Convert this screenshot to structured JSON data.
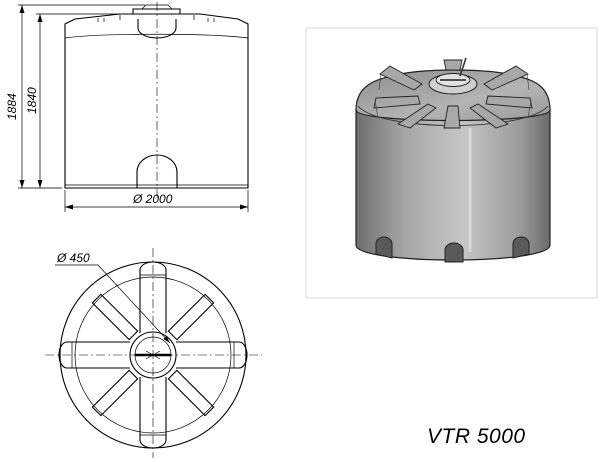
{
  "product": {
    "model": "VTR 5000"
  },
  "front_view": {
    "height_overall": "1884",
    "height_body": "1840",
    "diameter": "Ø 2000"
  },
  "top_view": {
    "lid_diameter": "Ø 450"
  },
  "render": {
    "shading_top": "#8c8c8c",
    "shading_side": "#d0d0d0"
  }
}
